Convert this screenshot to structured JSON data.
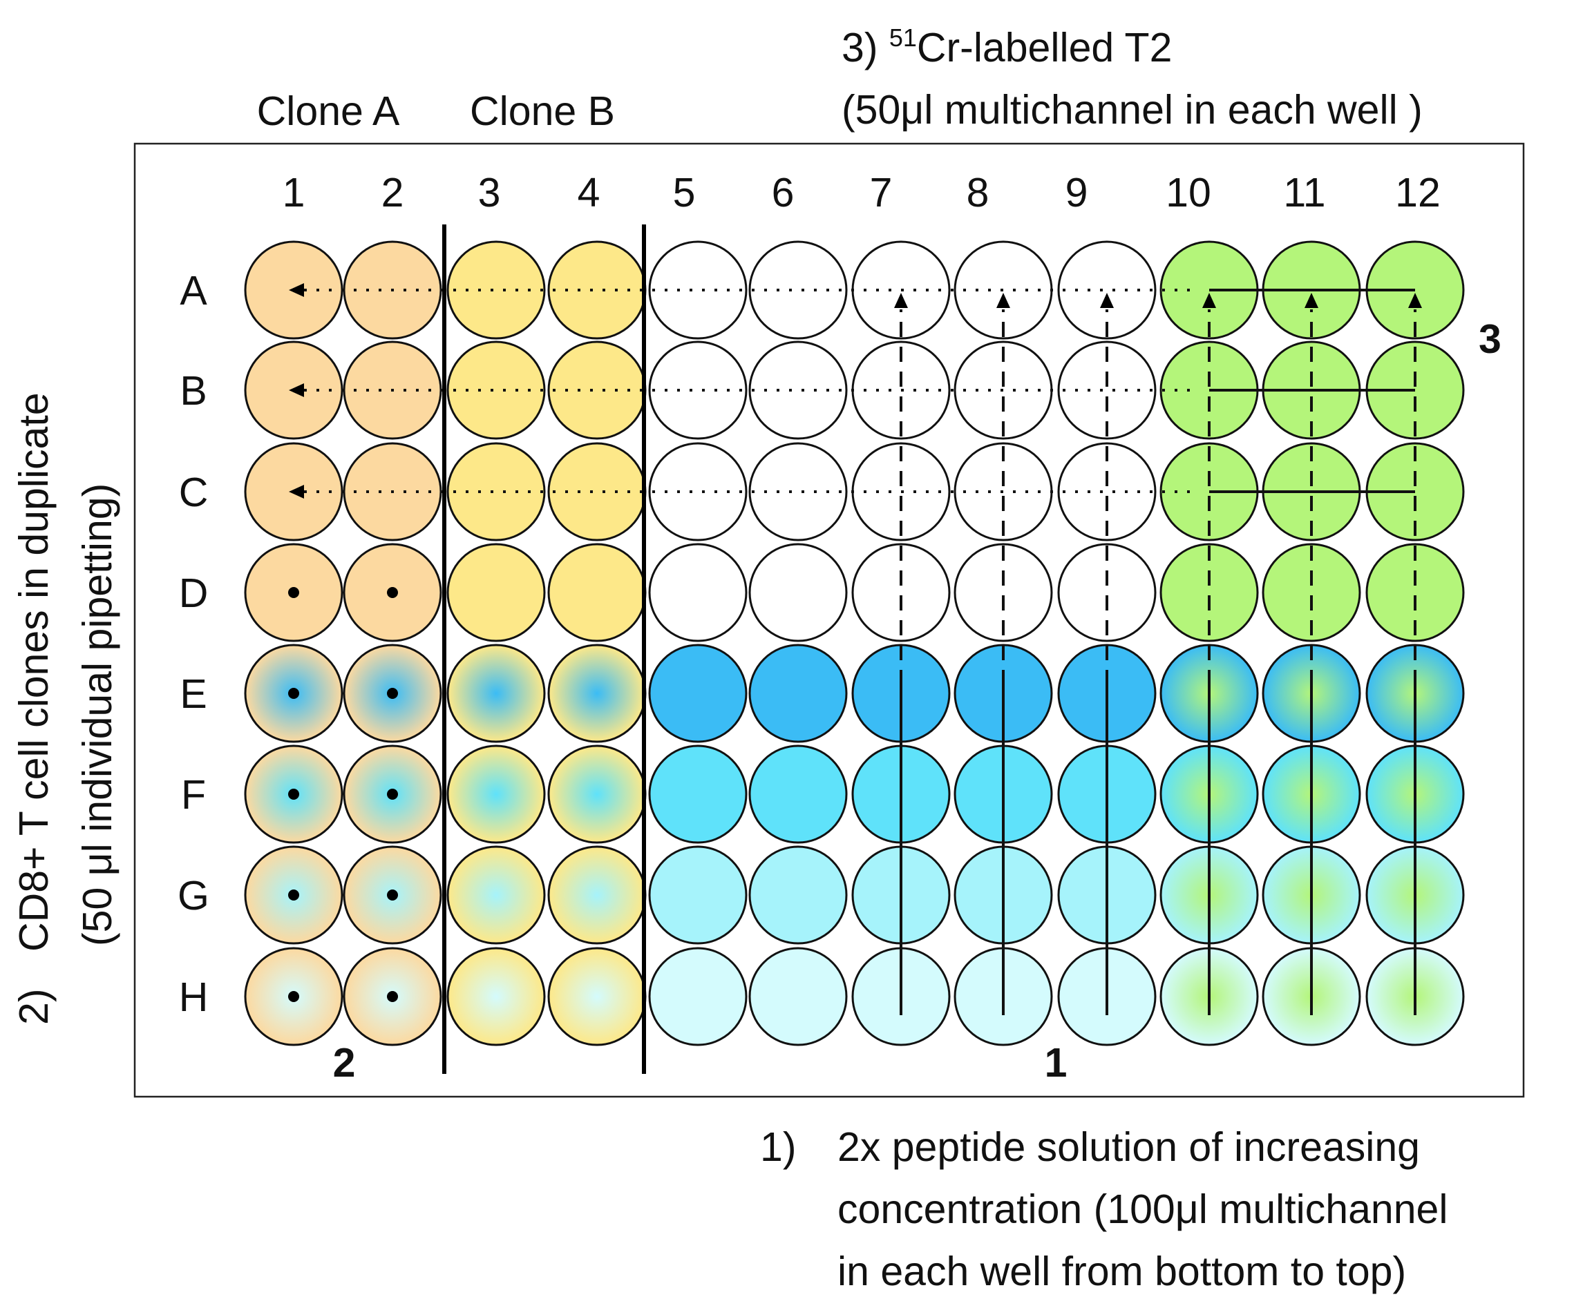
{
  "clone_labels": {
    "clone_a": "Clone A",
    "clone_b": "Clone B"
  },
  "step3": {
    "number": "3)",
    "isotope_mass": "51",
    "text": "Cr-labelled T2",
    "line2": "(50μl multichannel in each well )"
  },
  "step2": {
    "line1": "CD8+ T cell clones in duplicate",
    "line2": "(50 μl individual pipetting)",
    "number": "2)"
  },
  "step1": {
    "number": "1)",
    "lines": [
      "2x peptide solution of increasing",
      "concentration (100μl multichannel",
      "in each well from bottom to top)"
    ]
  },
  "plate": {
    "columns": [
      "1",
      "2",
      "3",
      "4",
      "5",
      "6",
      "7",
      "8",
      "9",
      "10",
      "11",
      "12"
    ],
    "rows": [
      "A",
      "B",
      "C",
      "D",
      "E",
      "F",
      "G",
      "H"
    ],
    "markers": {
      "marker_2": "2",
      "marker_1": "1",
      "marker_3": "3"
    }
  },
  "colors": {
    "clone_a": "#fcd9a0",
    "clone_b": "#fde889",
    "empty": "#ffffff",
    "green": "#b4f57a",
    "blue_by_row": {
      "E": "#3bbcf5",
      "F": "#5fe2fa",
      "G": "#a6f3fb",
      "H": "#d4fbfd"
    }
  }
}
